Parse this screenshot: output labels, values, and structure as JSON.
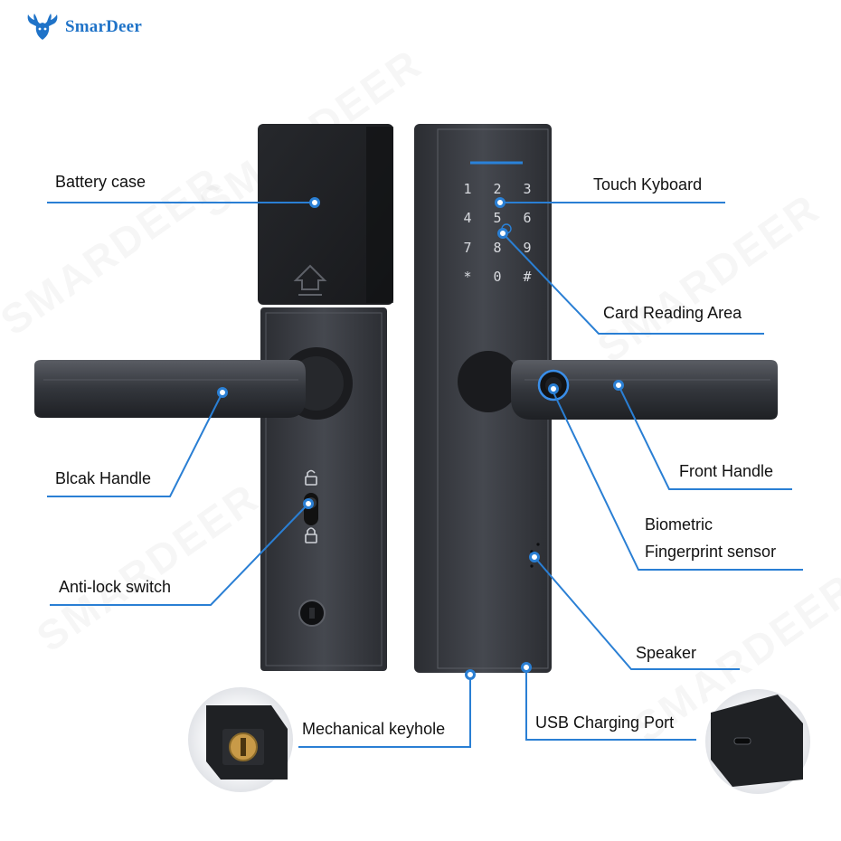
{
  "brand": {
    "name": "SmarDeer",
    "logo_icon": "deer-head-icon"
  },
  "watermark": "SMARDEER",
  "keypad": {
    "keys": [
      "1",
      "2",
      "3",
      "4",
      "5",
      "6",
      "7",
      "8",
      "9",
      "*",
      "0",
      "#"
    ]
  },
  "labels": {
    "battery_case": "Battery case",
    "touch_keyboard": "Touch Kyboard",
    "card_reading_area": "Card Reading Area",
    "back_handle": "Blcak Handle",
    "front_handle": "Front Handle",
    "fingerprint_line1": "Biometric",
    "fingerprint_line2": "Fingerprint sensor",
    "anti_lock_switch": "Anti-lock switch",
    "speaker": "Speaker",
    "mechanical_keyhole": "Mechanical keyhole",
    "usb_charging_port": "USB Charging Port"
  },
  "colors": {
    "accent": "#1f73c8",
    "callout_line": "#2a7fd4",
    "body_dark": "#2a2c31",
    "body_mid": "#3b3e45",
    "keypad_glyph": "#d8dadf",
    "fingerprint_ring": "#3a8ee8"
  }
}
